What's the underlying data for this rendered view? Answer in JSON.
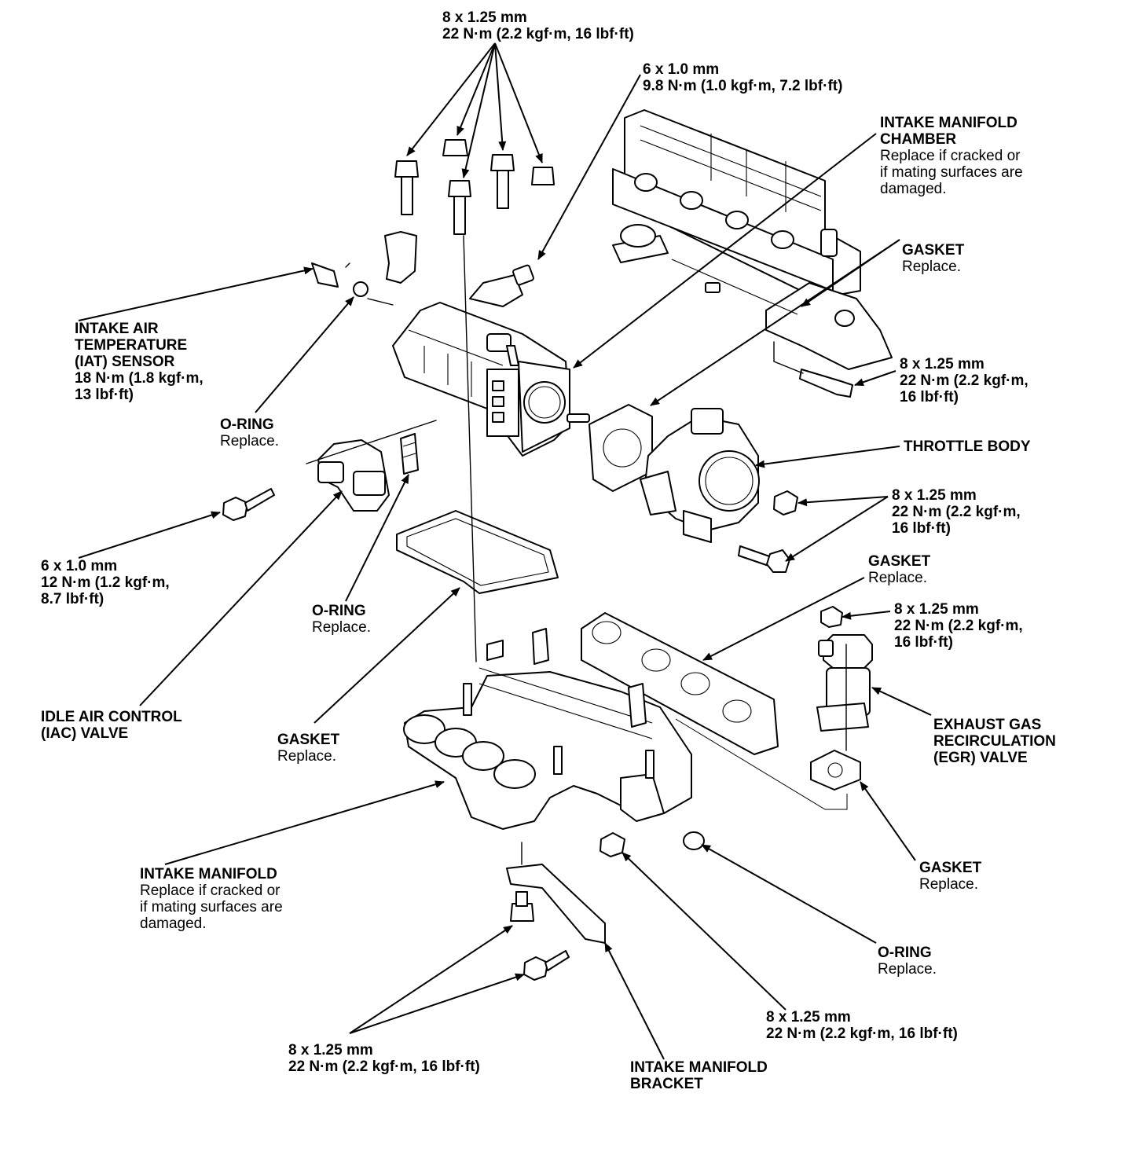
{
  "labels": [
    {
      "id": "top-bolt-spec",
      "bold": [
        "8 x 1.25 mm",
        "22 N·m (2.2 kgf·m, 16 lbf·ft)"
      ],
      "normal": []
    },
    {
      "id": "bracket-bolt-spec",
      "bold": [
        "6 x 1.0 mm",
        "9.8 N·m (1.0 kgf·m, 7.2 lbf·ft)"
      ],
      "normal": []
    },
    {
      "id": "intake-manifold-chamber",
      "bold": [
        "INTAKE MANIFOLD",
        "CHAMBER"
      ],
      "normal": [
        "Replace if cracked or",
        "if mating surfaces are",
        "damaged."
      ]
    },
    {
      "id": "gasket-upper",
      "bold": [
        "GASKET"
      ],
      "normal": [
        "Replace."
      ]
    },
    {
      "id": "iat-sensor",
      "bold": [
        "INTAKE AIR",
        "TEMPERATURE",
        "(IAT) SENSOR",
        "18 N·m (1.8 kgf·m,",
        "13 lbf·ft)"
      ],
      "normal": []
    },
    {
      "id": "o-ring-iat",
      "bold": [
        "O-RING"
      ],
      "normal": [
        "Replace."
      ]
    },
    {
      "id": "chamber-bolt-spec",
      "bold": [
        "8 x 1.25 mm",
        "22 N·m (2.2 kgf·m,",
        "16 lbf·ft)"
      ],
      "normal": []
    },
    {
      "id": "throttle-body",
      "bold": [
        "THROTTLE BODY"
      ],
      "normal": []
    },
    {
      "id": "throttle-bolt-spec",
      "bold": [
        "8 x 1.25 mm",
        "22 N·m (2.2 kgf·m,",
        "16 lbf·ft)"
      ],
      "normal": []
    },
    {
      "id": "iac-bolt-spec",
      "bold": [
        "6 x 1.0 mm",
        "12 N·m (1.2 kgf·m,",
        "8.7 lbf·ft)"
      ],
      "normal": []
    },
    {
      "id": "gasket-exhaust",
      "bold": [
        "GASKET"
      ],
      "normal": [
        "Replace."
      ]
    },
    {
      "id": "egr-nut-spec",
      "bold": [
        "8 x 1.25 mm",
        "22 N·m (2.2 kgf·m,",
        "16 lbf·ft)"
      ],
      "normal": []
    },
    {
      "id": "o-ring-iac",
      "bold": [
        "O-RING"
      ],
      "normal": [
        "Replace."
      ]
    },
    {
      "id": "idle-air-control-valve",
      "bold": [
        "IDLE AIR CONTROL",
        "(IAC) VALVE"
      ],
      "normal": []
    },
    {
      "id": "gasket-chamber-lower",
      "bold": [
        "GASKET"
      ],
      "normal": [
        "Replace."
      ]
    },
    {
      "id": "egr-valve",
      "bold": [
        "EXHAUST GAS",
        "RECIRCULATION",
        "(EGR) VALVE"
      ],
      "normal": []
    },
    {
      "id": "gasket-egr",
      "bold": [
        "GASKET"
      ],
      "normal": [
        "Replace."
      ]
    },
    {
      "id": "intake-manifold",
      "bold": [
        "INTAKE MANIFOLD"
      ],
      "normal": [
        "Replace if cracked or",
        "if mating surfaces are",
        "damaged."
      ]
    },
    {
      "id": "o-ring-lower",
      "bold": [
        "O-RING"
      ],
      "normal": [
        "Replace."
      ]
    },
    {
      "id": "manifold-nut-spec",
      "bold": [
        "8 x 1.25 mm",
        "22 N·m (2.2 kgf·m, 16 lbf·ft)"
      ],
      "normal": []
    },
    {
      "id": "bracket-lower-bolt-spec",
      "bold": [
        "8 x 1.25 mm",
        "22 N·m (2.2 kgf·m, 16 lbf·ft)"
      ],
      "normal": []
    },
    {
      "id": "intake-manifold-bracket",
      "bold": [
        "INTAKE MANIFOLD",
        "BRACKET"
      ],
      "normal": []
    }
  ]
}
